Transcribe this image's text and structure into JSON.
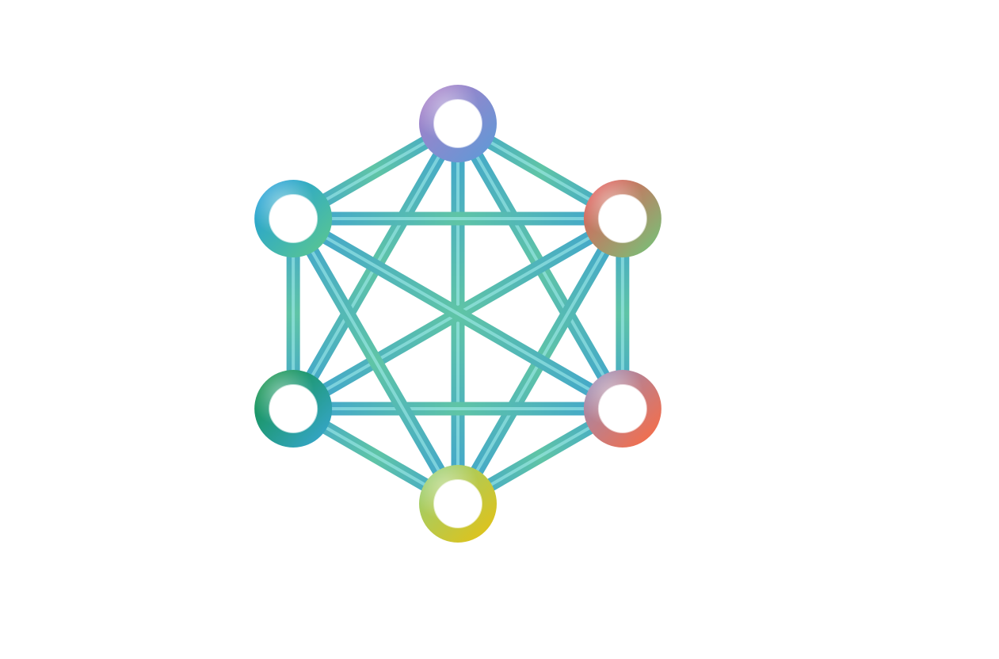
{
  "diagram": {
    "type": "complete-graph-network-logo",
    "node_count": 6,
    "nodes": [
      {
        "id": "top",
        "colors": [
          "#b07cc6",
          "#5a9bd8"
        ]
      },
      {
        "id": "upper-right",
        "colors": [
          "#ef4f55",
          "#6fc97a"
        ]
      },
      {
        "id": "lower-right",
        "colors": [
          "#8f8fc2",
          "#ff6a3d"
        ]
      },
      {
        "id": "bottom",
        "colors": [
          "#8fd07f",
          "#e8c10f"
        ]
      },
      {
        "id": "lower-left",
        "colors": [
          "#0e8f3a",
          "#3aa8d8"
        ]
      },
      {
        "id": "upper-left",
        "colors": [
          "#1a9be0",
          "#5ec98c"
        ]
      }
    ],
    "edges": [
      [
        "top",
        "upper-right"
      ],
      [
        "top",
        "lower-right"
      ],
      [
        "top",
        "bottom"
      ],
      [
        "top",
        "lower-left"
      ],
      [
        "top",
        "upper-left"
      ],
      [
        "upper-right",
        "lower-right"
      ],
      [
        "upper-right",
        "bottom"
      ],
      [
        "upper-right",
        "lower-left"
      ],
      [
        "upper-right",
        "upper-left"
      ],
      [
        "lower-right",
        "bottom"
      ],
      [
        "lower-right",
        "lower-left"
      ],
      [
        "lower-right",
        "upper-left"
      ],
      [
        "bottom",
        "lower-left"
      ],
      [
        "bottom",
        "upper-left"
      ],
      [
        "lower-left",
        "upper-left"
      ]
    ],
    "edge_colors": {
      "base": "#3fa3d0",
      "mid": "#5fc4a6",
      "highlight": "#a8f0f0"
    },
    "node_hole_color": "#ffffff"
  }
}
